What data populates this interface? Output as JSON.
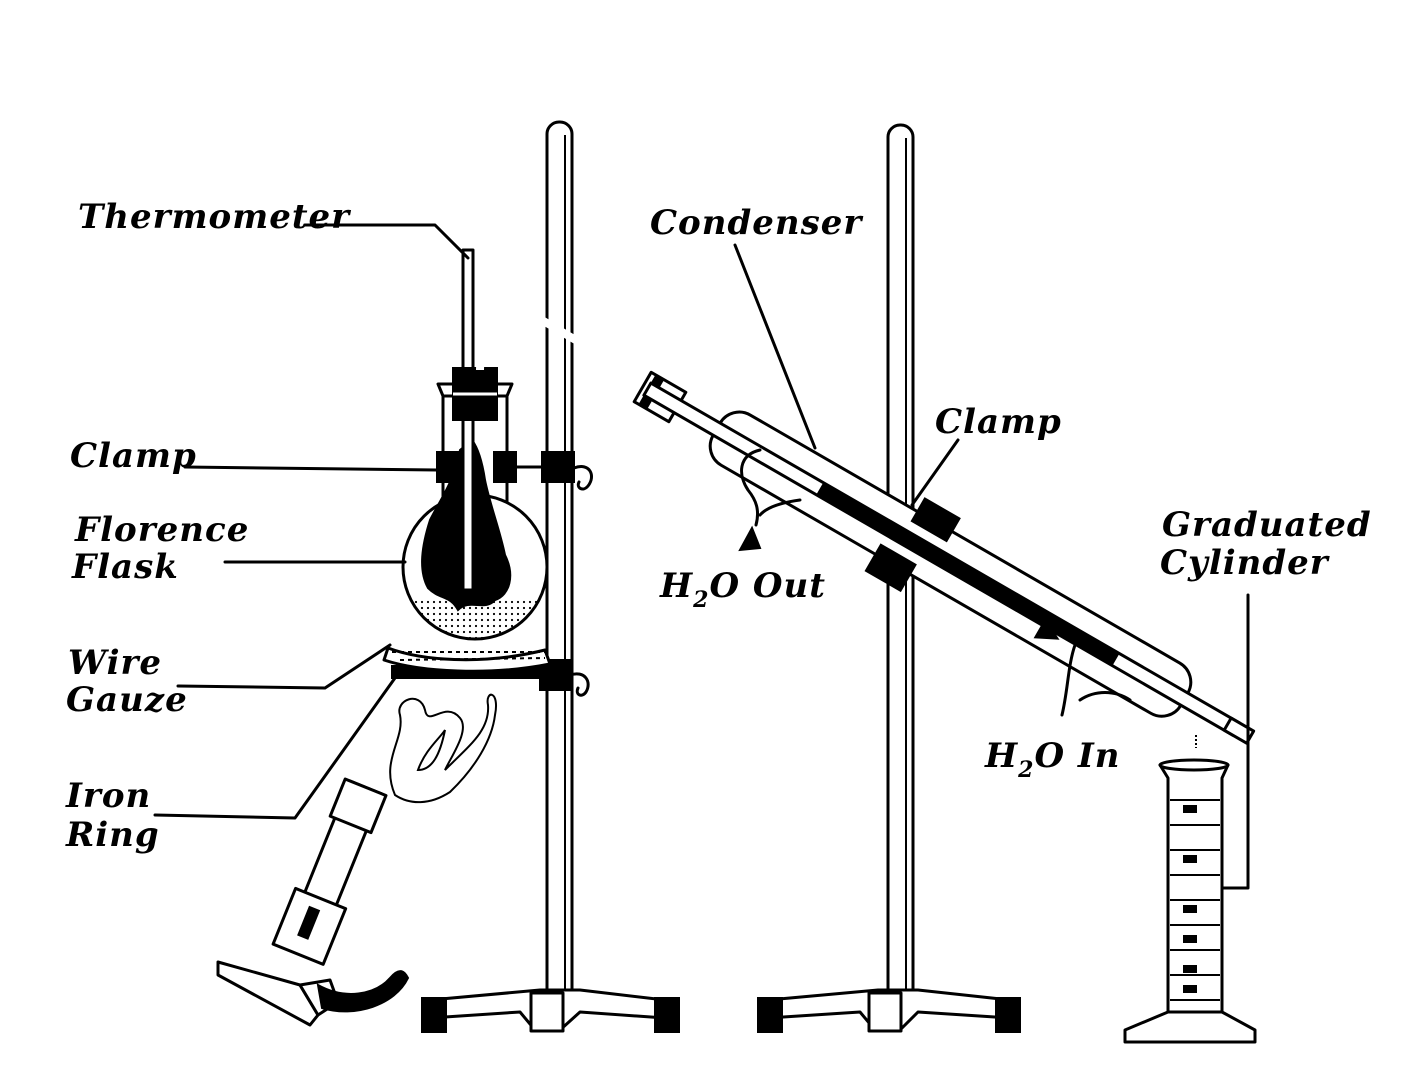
{
  "labels": {
    "thermometer": "Thermometer",
    "condenser": "Condenser",
    "clamp_left": "Clamp",
    "clamp_right": "Clamp",
    "florence_flask_line1": "Florence",
    "florence_flask_line2": "Flask",
    "wire_gauze_line1": "Wire",
    "wire_gauze_line2": "Gauze",
    "iron_ring_line1": "Iron",
    "iron_ring_line2": "Ring",
    "water_out_h": "H",
    "water_out_sub": "2",
    "water_out_rest": "O Out",
    "water_in_h": "H",
    "water_in_sub": "2",
    "water_in_rest": "O In",
    "graduated_cylinder_line1": "Graduated",
    "graduated_cylinder_line2": "Cylinder"
  },
  "colors": {
    "ink": "#000000",
    "paper": "#ffffff",
    "liquid_dots": "#000000"
  }
}
